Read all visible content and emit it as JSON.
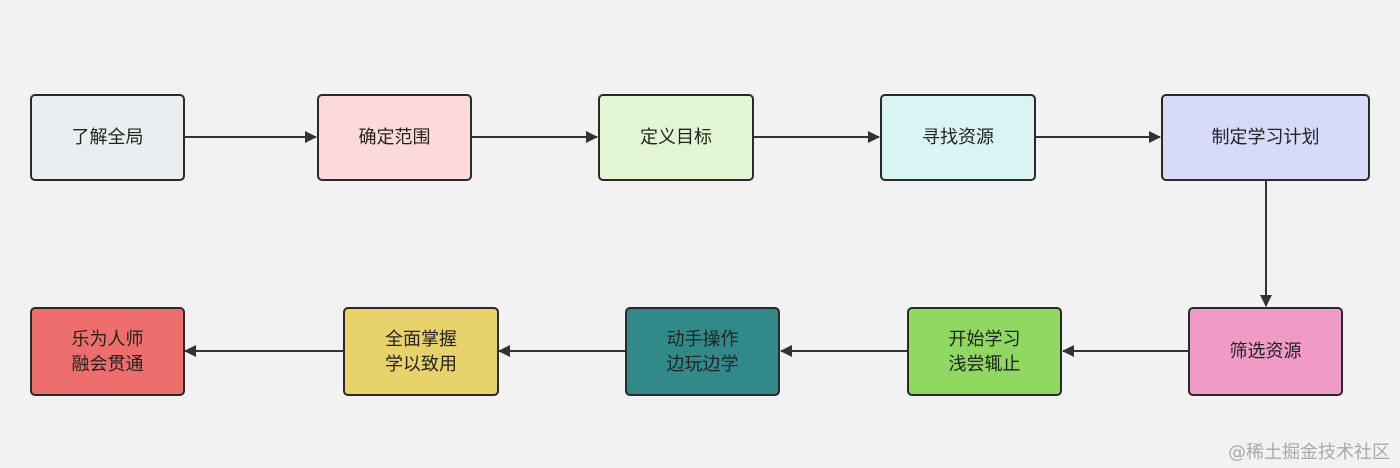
{
  "nodes": {
    "n1": {
      "label": "了解全局",
      "fill": "#e9eef1"
    },
    "n2": {
      "label": "确定范围",
      "fill": "#fbdad9"
    },
    "n3": {
      "label": "定义目标",
      "fill": "#e3f6d4"
    },
    "n4": {
      "label": "寻找资源",
      "fill": "#d9f5f3"
    },
    "n5": {
      "label": "制定学习计划",
      "fill": "#d8daf9"
    },
    "n6": {
      "label": "筛选资源",
      "fill": "#f09ac7"
    },
    "n7": {
      "label": "开始学习\n浅尝辄止",
      "fill": "#8fd862"
    },
    "n8": {
      "label": "动手操作\n边玩边学",
      "fill": "#318a89"
    },
    "n9": {
      "label": "全面掌握\n学以致用",
      "fill": "#e7d36a"
    },
    "n10": {
      "label": "乐为人师\n融会贯通",
      "fill": "#ee6e6e"
    }
  },
  "watermark": "@稀土掘金技术社区"
}
